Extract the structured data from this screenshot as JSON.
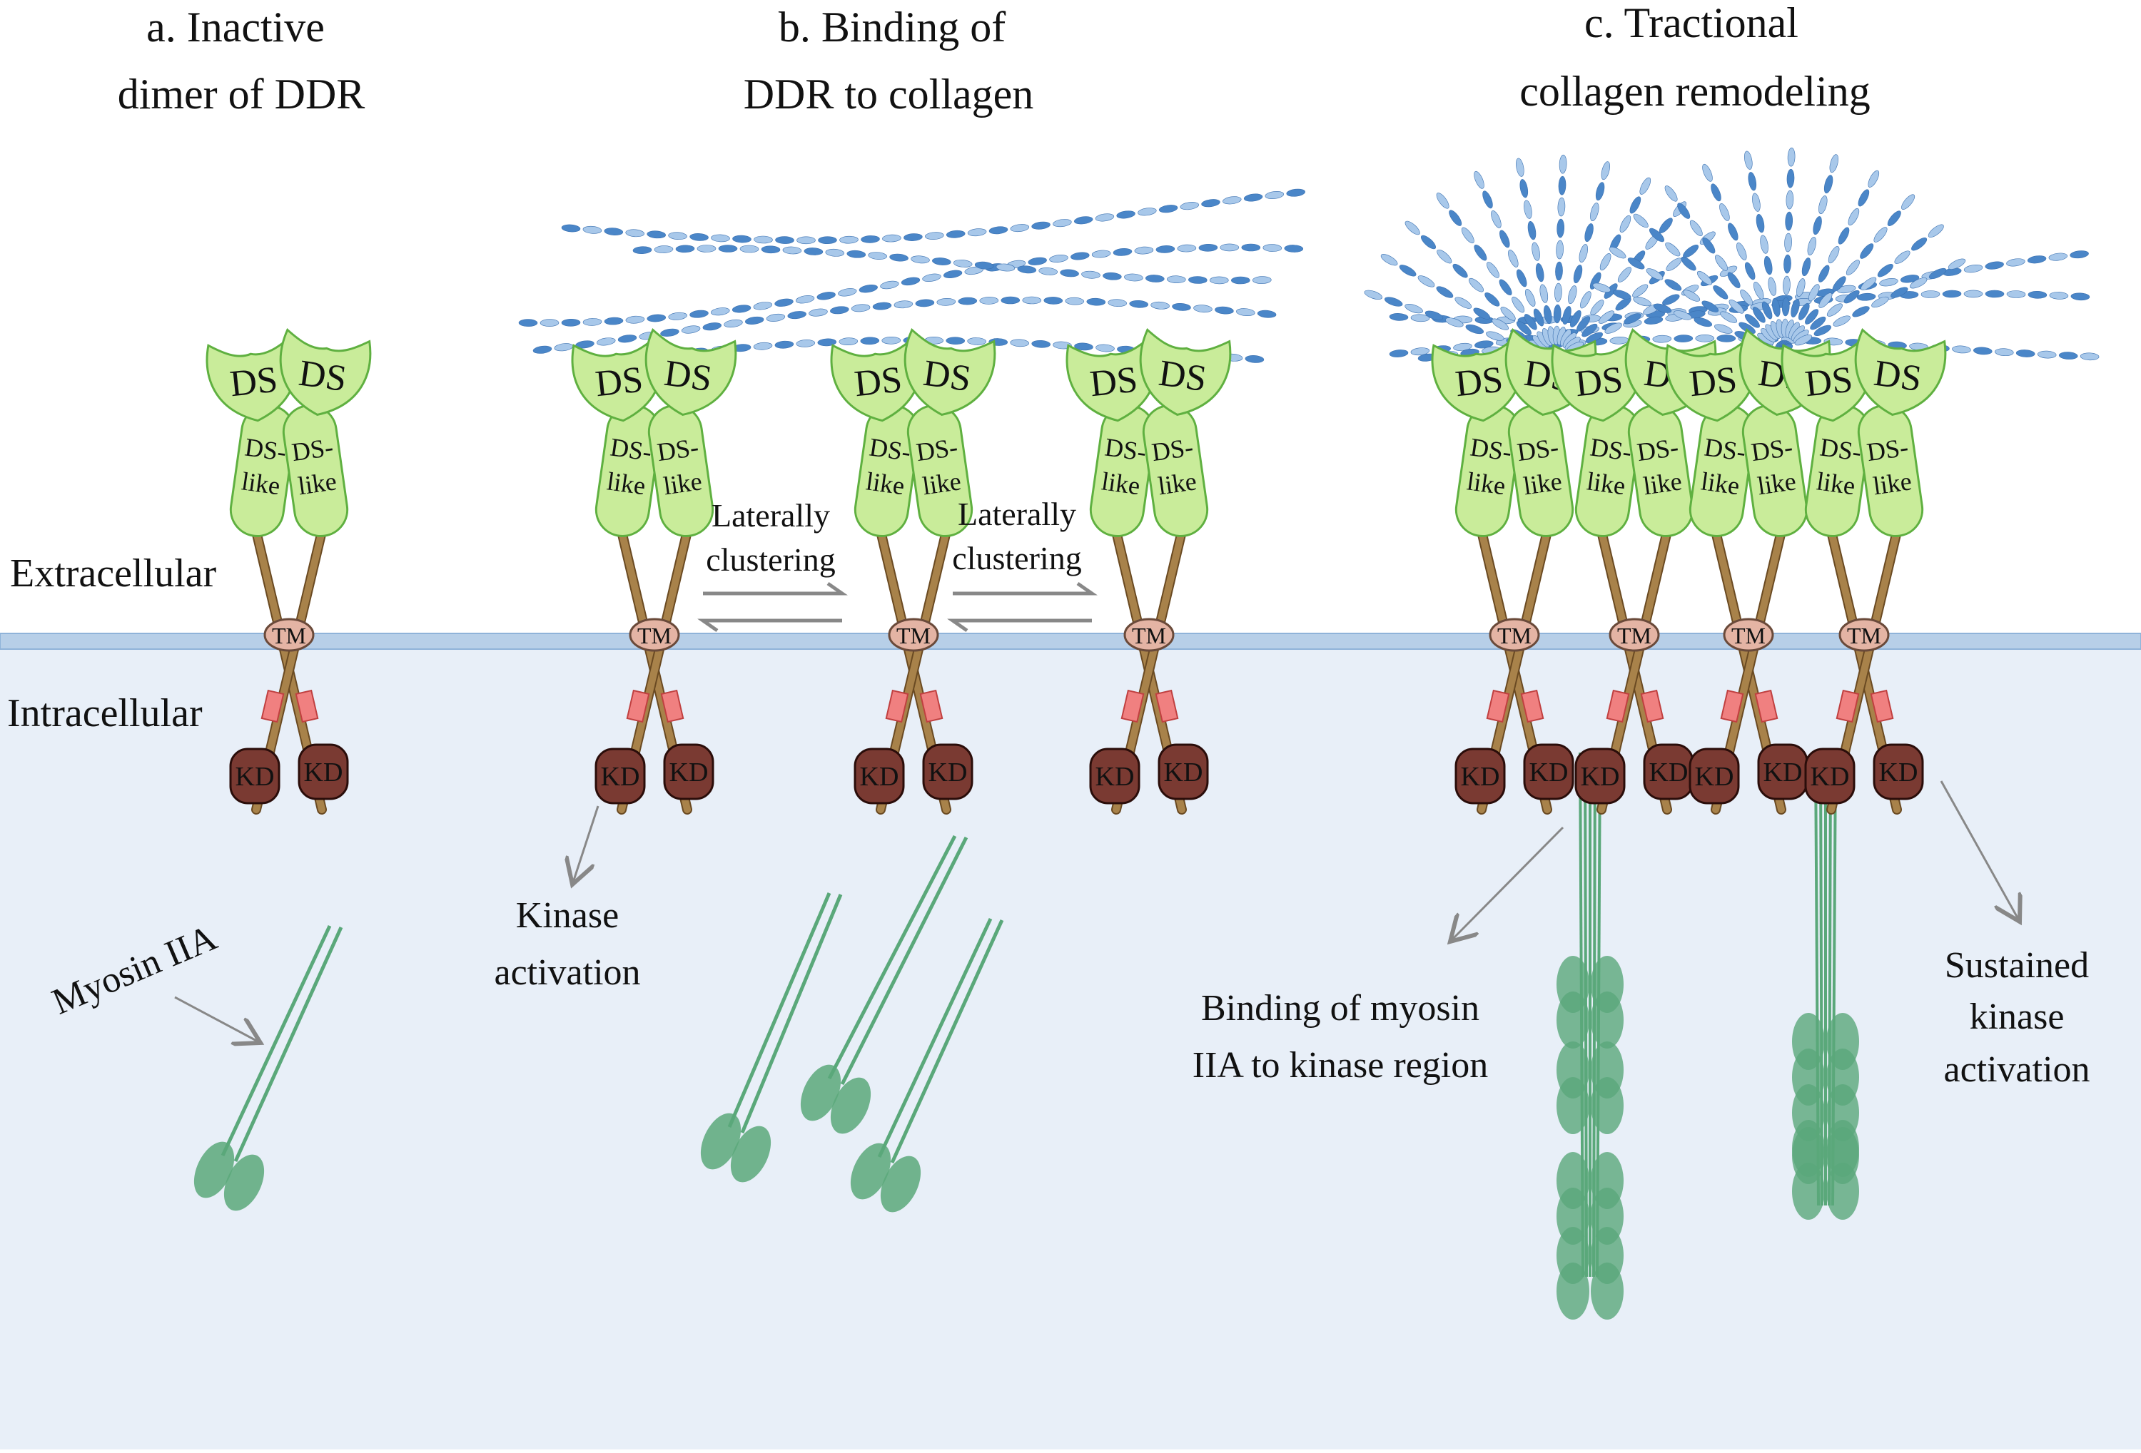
{
  "panels": {
    "a": {
      "title_line1": "a. Inactive",
      "title_line2": "dimer of DDR"
    },
    "b": {
      "title_line1": "b. Binding of",
      "title_line2": "DDR to collagen"
    },
    "c": {
      "title_line1": "c. Tractional",
      "title_line2": "collagen remodeling"
    }
  },
  "regions": {
    "extracellular": "Extracellular",
    "intracellular": "Intracellular"
  },
  "domains": {
    "ds": "DS",
    "ds_like_1": "DS-",
    "ds_like_2": "like",
    "tm": "TM",
    "kd": "KD"
  },
  "annotations": {
    "myosin": "Myosin IIA",
    "kinase_activation_1": "Kinase",
    "kinase_activation_2": "activation",
    "clustering_1a": "Laterally",
    "clustering_1b": "clustering",
    "clustering_2a": "Laterally",
    "clustering_2b": "clustering",
    "binding_myosin_1": "Binding of myosin",
    "binding_myosin_2": "IIA to kinase region",
    "sustained_1": "Sustained",
    "sustained_2": "kinase",
    "sustained_3": "activation"
  },
  "colors": {
    "cytoplasm": "#e8eff8",
    "membrane": "#b7cfe8",
    "membrane_edge": "#8fb3d9",
    "ds_fill": "#c9ec9a",
    "ds_stroke": "#5fb040",
    "stalk": "#a8824a",
    "tm_fill": "#e4b4a4",
    "jm_red": "#f08080",
    "kd_fill": "#7a3a32",
    "myosin": "#5aa87a",
    "collagen_dark": "#4a86c8",
    "collagen_light": "#a8c8ea",
    "arrow": "#888888"
  }
}
